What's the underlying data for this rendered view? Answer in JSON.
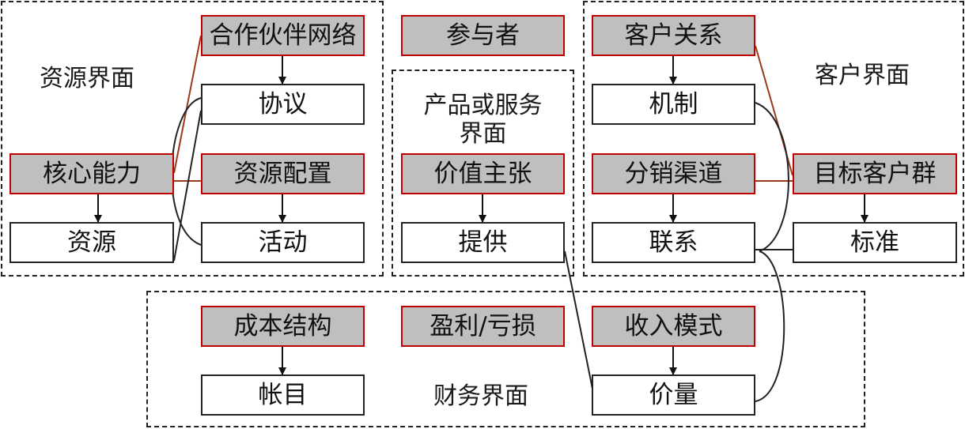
{
  "regions": {
    "resource": "资源界面",
    "product": "产品或服务界面",
    "customer": "客户界面",
    "finance": "财务界面"
  },
  "boxes": {
    "partner_network": "合作伙伴网络",
    "agreement": "协议",
    "core_capability": "核心能力",
    "resource_config": "资源配置",
    "resources": "资源",
    "activities": "活动",
    "participants": "参与者",
    "value_proposition": "价值主张",
    "offering": "提供",
    "customer_relationship": "客户关系",
    "mechanism": "机制",
    "distribution_channel": "分销渠道",
    "contact": "联系",
    "target_customer": "目标客户群",
    "criteria": "标准",
    "cost_structure": "成本结构",
    "accounts": "帐目",
    "profit_loss": "盈利/亏损",
    "revenue_model": "收入模式",
    "price_volume": "价量"
  },
  "colors": {
    "header_fill": "#bfbfbf",
    "header_border": "#c00000",
    "connector_brown": "#9a3a1a",
    "line": "#222222"
  }
}
